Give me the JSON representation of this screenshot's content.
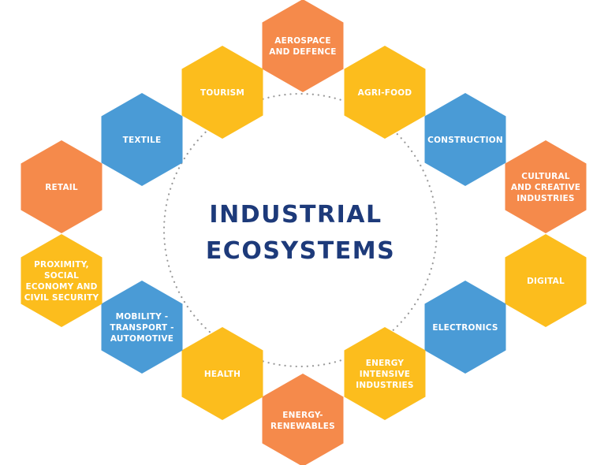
{
  "title": {
    "lines": [
      "INDUSTRIAL",
      "ECOSYSTEMS"
    ]
  },
  "colors": {
    "orange": "#f58a4b",
    "yellow": "#fcbd1d",
    "blue": "#4a9bd6",
    "title": "#1d3a7a",
    "dots": "#9a9a9a"
  },
  "ecosystems": [
    {
      "id": "aerospace",
      "lines": [
        "AEROSPACE",
        "AND DEFENCE"
      ],
      "color": "orange"
    },
    {
      "id": "agri-food",
      "lines": [
        "AGRI-FOOD"
      ],
      "color": "yellow"
    },
    {
      "id": "construction",
      "lines": [
        "CONSTRUCTION"
      ],
      "color": "blue"
    },
    {
      "id": "cultural",
      "lines": [
        "CULTURAL",
        "AND CREATIVE",
        "INDUSTRIES"
      ],
      "color": "orange"
    },
    {
      "id": "digital",
      "lines": [
        "DIGITAL"
      ],
      "color": "yellow"
    },
    {
      "id": "electronics",
      "lines": [
        "ELECTRONICS"
      ],
      "color": "blue"
    },
    {
      "id": "energy-intensive",
      "lines": [
        "ENERGY",
        "INTENSIVE",
        "INDUSTRIES"
      ],
      "color": "yellow"
    },
    {
      "id": "energy-renewables",
      "lines": [
        "ENERGY-",
        "RENEWABLES"
      ],
      "color": "orange"
    },
    {
      "id": "health",
      "lines": [
        "HEALTH"
      ],
      "color": "yellow"
    },
    {
      "id": "mobility",
      "lines": [
        "MOBILITY -",
        "TRANSPORT -",
        "AUTOMOTIVE"
      ],
      "color": "blue"
    },
    {
      "id": "proximity",
      "lines": [
        "PROXIMITY,",
        "SOCIAL",
        "ECONOMY AND",
        "CIVIL SECURITY"
      ],
      "color": "yellow"
    },
    {
      "id": "retail",
      "lines": [
        "RETAIL"
      ],
      "color": "orange"
    },
    {
      "id": "textile",
      "lines": [
        "TEXTILE"
      ],
      "color": "blue"
    },
    {
      "id": "tourism",
      "lines": [
        "TOURISM"
      ],
      "color": "yellow"
    }
  ]
}
